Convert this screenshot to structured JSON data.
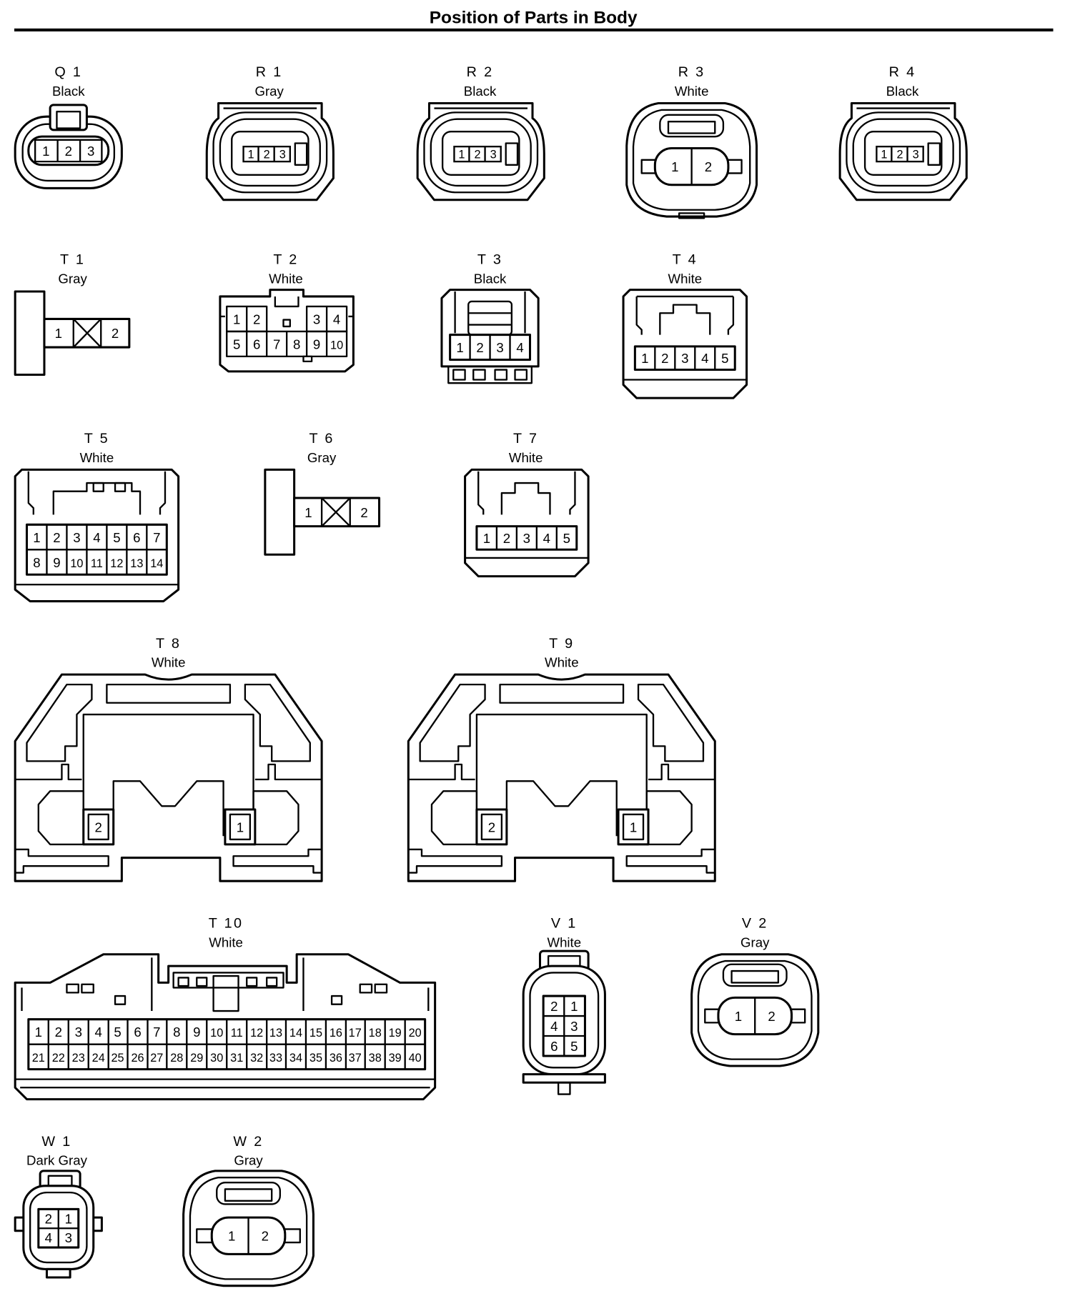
{
  "title": "Position of Parts in Body",
  "connectors": {
    "Q1": {
      "code": "Q 1",
      "color": "Black",
      "pins": [
        "1",
        "2",
        "3"
      ]
    },
    "R1": {
      "code": "R 1",
      "color": "Gray",
      "pins": [
        "1",
        "2",
        "3"
      ]
    },
    "R2": {
      "code": "R 2",
      "color": "Black",
      "pins": [
        "1",
        "2",
        "3"
      ]
    },
    "R3": {
      "code": "R 3",
      "color": "White",
      "pins": [
        "1",
        "2"
      ]
    },
    "R4": {
      "code": "R 4",
      "color": "Black",
      "pins": [
        "1",
        "2",
        "3"
      ]
    },
    "T1": {
      "code": "T 1",
      "color": "Gray",
      "pins": [
        "1",
        "2"
      ]
    },
    "T2": {
      "code": "T 2",
      "color": "White",
      "pins": [
        "1",
        "2",
        "3",
        "4",
        "5",
        "6",
        "7",
        "8",
        "9",
        "10"
      ]
    },
    "T3": {
      "code": "T 3",
      "color": "Black",
      "pins": [
        "1",
        "2",
        "3",
        "4"
      ]
    },
    "T4": {
      "code": "T 4",
      "color": "White",
      "pins": [
        "1",
        "2",
        "3",
        "4",
        "5"
      ]
    },
    "T5": {
      "code": "T 5",
      "color": "White",
      "pins": [
        "1",
        "2",
        "3",
        "4",
        "5",
        "6",
        "7",
        "8",
        "9",
        "10",
        "11",
        "12",
        "13",
        "14"
      ]
    },
    "T6": {
      "code": "T 6",
      "color": "Gray",
      "pins": [
        "1",
        "2"
      ]
    },
    "T7": {
      "code": "T 7",
      "color": "White",
      "pins": [
        "1",
        "2",
        "3",
        "4",
        "5"
      ]
    },
    "T8": {
      "code": "T 8",
      "color": "White",
      "pins": [
        "2",
        "1"
      ]
    },
    "T9": {
      "code": "T 9",
      "color": "White",
      "pins": [
        "2",
        "1"
      ]
    },
    "T10": {
      "code": "T 10",
      "color": "White",
      "pins": [
        "1",
        "2",
        "3",
        "4",
        "5",
        "6",
        "7",
        "8",
        "9",
        "10",
        "11",
        "12",
        "13",
        "14",
        "15",
        "16",
        "17",
        "18",
        "19",
        "20",
        "21",
        "22",
        "23",
        "24",
        "25",
        "26",
        "27",
        "28",
        "29",
        "30",
        "31",
        "32",
        "33",
        "34",
        "35",
        "36",
        "37",
        "38",
        "39",
        "40"
      ]
    },
    "V1": {
      "code": "V 1",
      "color": "White",
      "pins": [
        "2",
        "1",
        "4",
        "3",
        "6",
        "5"
      ]
    },
    "V2": {
      "code": "V 2",
      "color": "Gray",
      "pins": [
        "1",
        "2"
      ]
    },
    "W1": {
      "code": "W 1",
      "color": "Dark Gray",
      "pins": [
        "2",
        "1",
        "4",
        "3"
      ]
    },
    "W2": {
      "code": "W 2",
      "color": "Gray",
      "pins": [
        "1",
        "2"
      ]
    }
  }
}
